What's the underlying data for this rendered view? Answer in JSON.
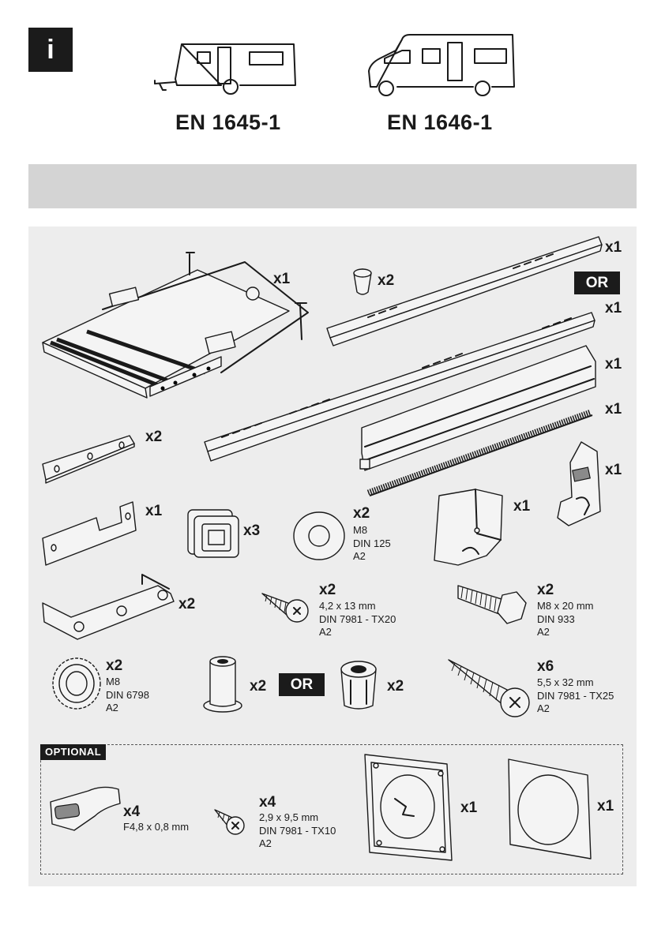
{
  "header": {
    "info_label": "i",
    "standards": [
      {
        "vehicle": "caravan",
        "code": "EN 1645-1"
      },
      {
        "vehicle": "motorhome",
        "code": "EN 1646-1"
      }
    ]
  },
  "parts": {
    "step_assembly": {
      "qty": "x1"
    },
    "plug": {
      "qty": "x2"
    },
    "rail_short": {
      "qty": "x1"
    },
    "or_label": "OR",
    "rail_long": {
      "qty": "x1"
    },
    "cover_profile": {
      "qty": "x1"
    },
    "brush_strip": {
      "qty": "x1"
    },
    "end_cap_right": {
      "qty": "x1"
    },
    "end_cap_left": {
      "qty": "x1"
    },
    "flat_bracket": {
      "qty": "x2"
    },
    "offset_bracket": {
      "qty": "x1"
    },
    "square_grommet": {
      "qty": "x3"
    },
    "washer": {
      "qty": "x2",
      "spec": [
        "M8",
        "DIN 125",
        "A2"
      ]
    },
    "u_bracket": {
      "qty": "x2"
    },
    "screw_small": {
      "qty": "x2",
      "spec": [
        "4,2 x 13 mm",
        "DIN 7981 - TX20",
        "A2"
      ]
    },
    "hex_bolt": {
      "qty": "x2",
      "spec": [
        "M8 x 20 mm",
        "DIN 933",
        "A2"
      ]
    },
    "lock_washer": {
      "qty": "x2",
      "spec": [
        "M8",
        "DIN 6798",
        "A2"
      ]
    },
    "rivet_nut": {
      "qty": "x2"
    },
    "or_label_2": "OR",
    "expansion_nut": {
      "qty": "x2"
    },
    "screw_large": {
      "qty": "x6",
      "spec": [
        "5,5 x 32 mm",
        "DIN 7981 - TX25",
        "A2"
      ]
    }
  },
  "optional": {
    "label": "OPTIONAL",
    "connector": {
      "qty": "x4",
      "spec": [
        "F4,8 x 0,8 mm"
      ]
    },
    "screw_tiny": {
      "qty": "x4",
      "spec": [
        "2,9 x 9,5 mm",
        "DIN 7981 - TX10",
        "A2"
      ]
    },
    "switch_plate": {
      "qty": "x1"
    },
    "switch_cover": {
      "qty": "x1"
    }
  },
  "colors": {
    "dark": "#1b1b1b",
    "panel": "#ededed",
    "bar": "#d4d4d4"
  }
}
